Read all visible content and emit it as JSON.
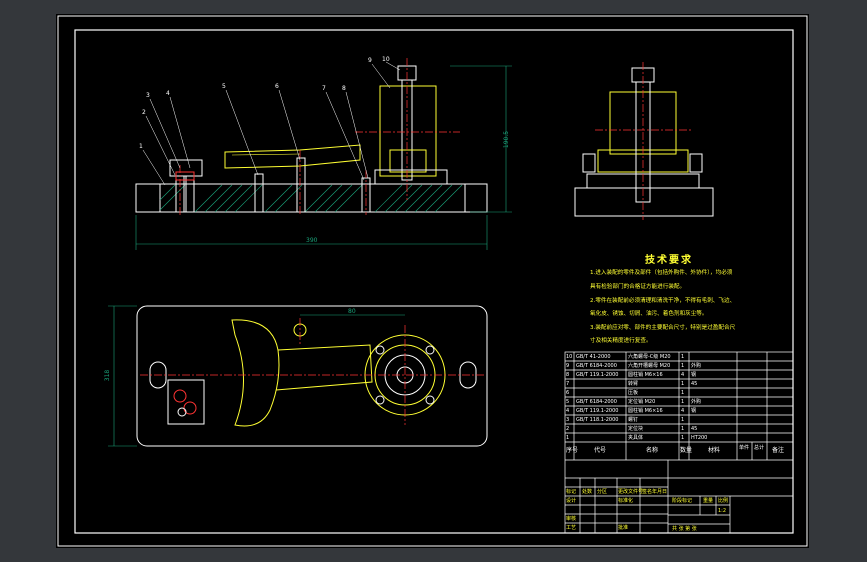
{
  "colors": {
    "background": "#34373b",
    "paper": "#000000",
    "border": "#ffffff",
    "part": "#ffffff",
    "hatch": "#1aa37a",
    "highlight": "#ffff33",
    "center": "#ff3333",
    "dim": "#1aa37a"
  },
  "front_view": {
    "balloons": [
      "1",
      "2",
      "3",
      "4",
      "5",
      "6",
      "7",
      "8",
      "9",
      "10"
    ],
    "dim_length": "390",
    "dim_height": "190.5"
  },
  "top_view": {
    "dim_width": "318",
    "dim_span": "80"
  },
  "tech": {
    "title": "技术要求",
    "lines": [
      "1.进入装配的零件及部件（包括外购件、外协件），均必须",
      "具有检验部门的合格证方能进行装配。",
      "2.零件在装配前必须清理和清洗干净，不得有毛刺、飞边、",
      "氧化皮、锈蚀、切屑、油污、着色剂和灰尘等。",
      "3.装配前应对零、部件的主要配合尺寸，特别是过盈配合尺",
      "寸及相关精度进行复查。"
    ]
  },
  "title_block": {
    "header": [
      "序号",
      "代号",
      "名称",
      "数量",
      "材料",
      "单件",
      "总计",
      "备注"
    ],
    "rows": [
      [
        "10",
        "GB/T 41-2000",
        "六角螺母-C级 M20",
        "1",
        "",
        ""
      ],
      [
        "9",
        "GB/T 6184-2000",
        "六角开槽螺母 M20",
        "1",
        "外购",
        ""
      ],
      [
        "8",
        "GB/T 119.1-2000",
        "圆柱销 M6×16",
        "4",
        "钢",
        ""
      ],
      [
        "7",
        "",
        "转臂",
        "1",
        "45",
        ""
      ],
      [
        "6",
        "",
        "压板",
        "1",
        "",
        ""
      ],
      [
        "5",
        "GB/T 6184-2000",
        "定位销 M20",
        "1",
        "外购",
        ""
      ],
      [
        "4",
        "GB/T 119.1-2000",
        "圆柱销 M6×16",
        "4",
        "钢",
        ""
      ],
      [
        "3",
        "GB/T 118.1-2000",
        "螺钉",
        "1",
        "",
        ""
      ],
      [
        "2",
        "",
        "定位块",
        "1",
        "45",
        ""
      ],
      [
        "1",
        "",
        "夹具体",
        "1",
        "HT200",
        ""
      ]
    ],
    "sign_labels": [
      "标记",
      "处数",
      "分区",
      "更改文件号",
      "签名",
      "年月日",
      "设计",
      "标准化",
      "审核",
      "工艺",
      "批准"
    ],
    "stage_labels": [
      "阶段标记",
      "重量",
      "比例"
    ],
    "scale": "1:2",
    "sheet": "共 张 第 张"
  }
}
